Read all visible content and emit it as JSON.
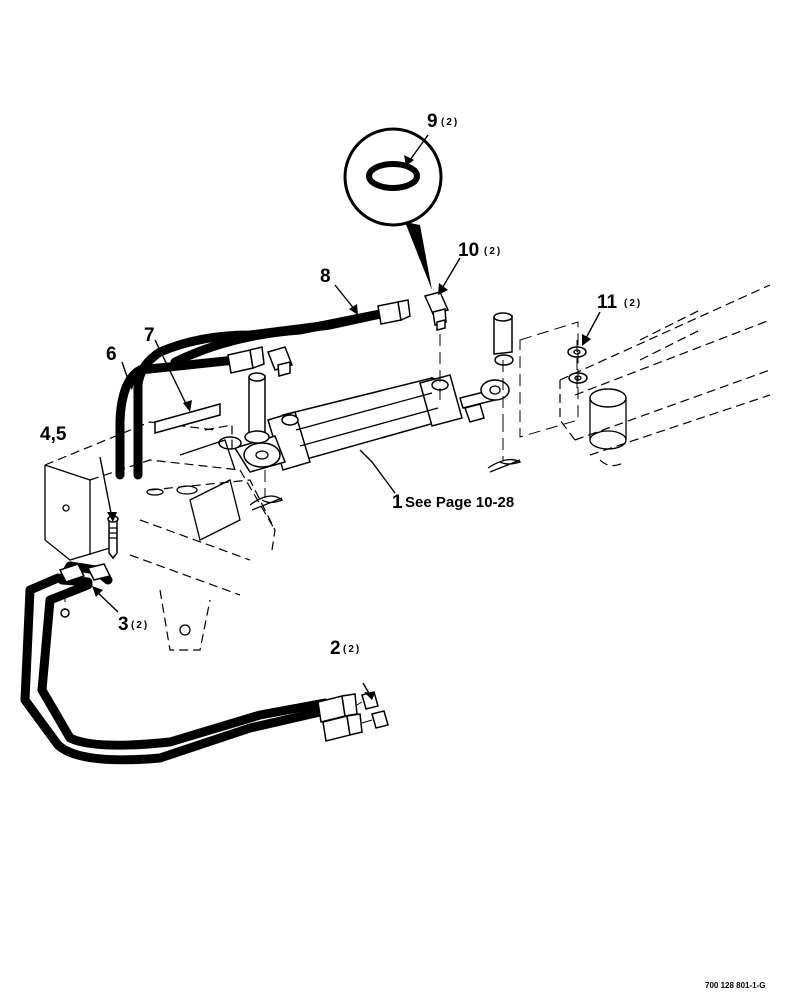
{
  "callouts": {
    "c1": {
      "num": "1",
      "qty": "",
      "note": "See Page 10-28"
    },
    "c2": {
      "num": "2",
      "qty": "(2)"
    },
    "c3": {
      "num": "3",
      "qty": "(2)"
    },
    "c45": {
      "num": "4,5",
      "qty": ""
    },
    "c6": {
      "num": "6",
      "qty": ""
    },
    "c7": {
      "num": "7",
      "qty": ""
    },
    "c8": {
      "num": "8",
      "qty": ""
    },
    "c9": {
      "num": "9",
      "qty": "(2)"
    },
    "c10": {
      "num": "10",
      "qty": "(2)"
    },
    "c11": {
      "num": "11",
      "qty": "(2)"
    }
  },
  "drawing_number": "700 128 801-1-G",
  "colors": {
    "ink": "#000000",
    "paper": "#ffffff"
  }
}
